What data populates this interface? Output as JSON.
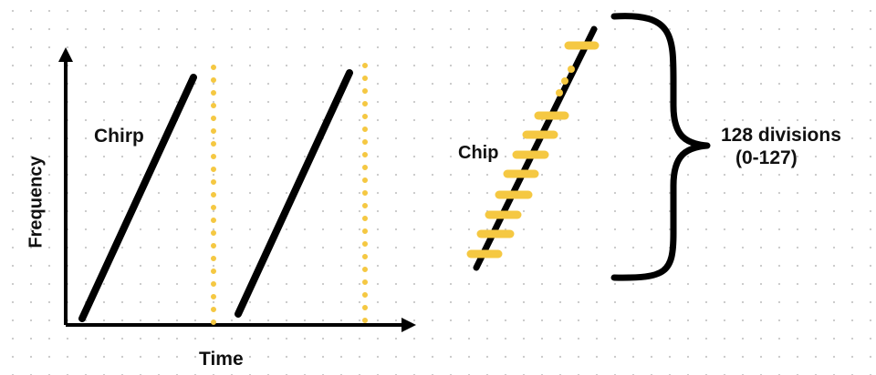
{
  "labels": {
    "chirp": "Chirp",
    "time": "Time",
    "frequency": "Frequency",
    "chip": "Chip",
    "divisions": "128 divisions",
    "range": "(0-127)"
  },
  "colors": {
    "line": "#000000",
    "accent": "#F5C842",
    "text": "#111111",
    "grid_dots": "#c9c9c9"
  },
  "diagram": {
    "chirp_count": 2,
    "chip_count": 9,
    "division_count": 128,
    "division_range": [
      0,
      127
    ]
  }
}
